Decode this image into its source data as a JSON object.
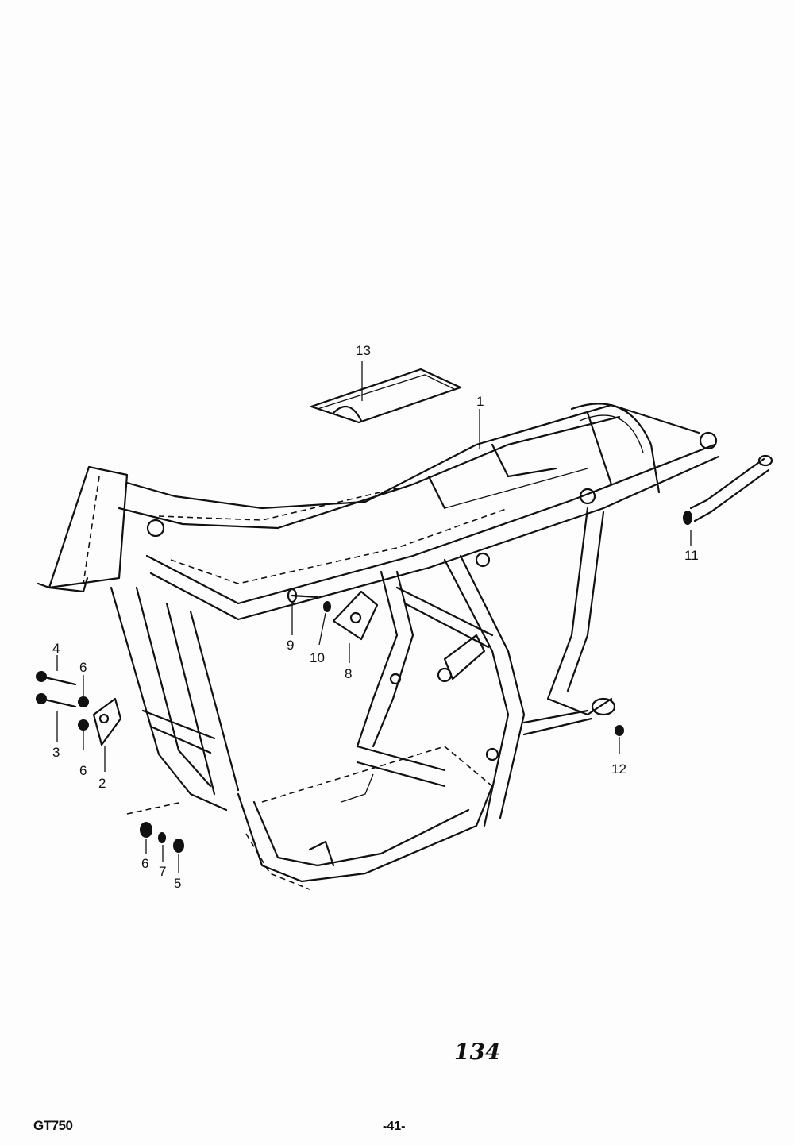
{
  "diagram": {
    "model": "GT750",
    "page_number": "-41-",
    "plate_number": "134",
    "callouts": [
      {
        "id": "1",
        "text": "1"
      },
      {
        "id": "2",
        "text": "2"
      },
      {
        "id": "3",
        "text": "3"
      },
      {
        "id": "4",
        "text": "4"
      },
      {
        "id": "5",
        "text": "5"
      },
      {
        "id": "6a",
        "text": "6"
      },
      {
        "id": "6b",
        "text": "6"
      },
      {
        "id": "6c",
        "text": "6"
      },
      {
        "id": "7",
        "text": "7"
      },
      {
        "id": "8",
        "text": "8"
      },
      {
        "id": "9",
        "text": "9"
      },
      {
        "id": "10",
        "text": "10"
      },
      {
        "id": "11",
        "text": "11"
      },
      {
        "id": "12",
        "text": "12"
      },
      {
        "id": "13",
        "text": "13"
      }
    ]
  }
}
